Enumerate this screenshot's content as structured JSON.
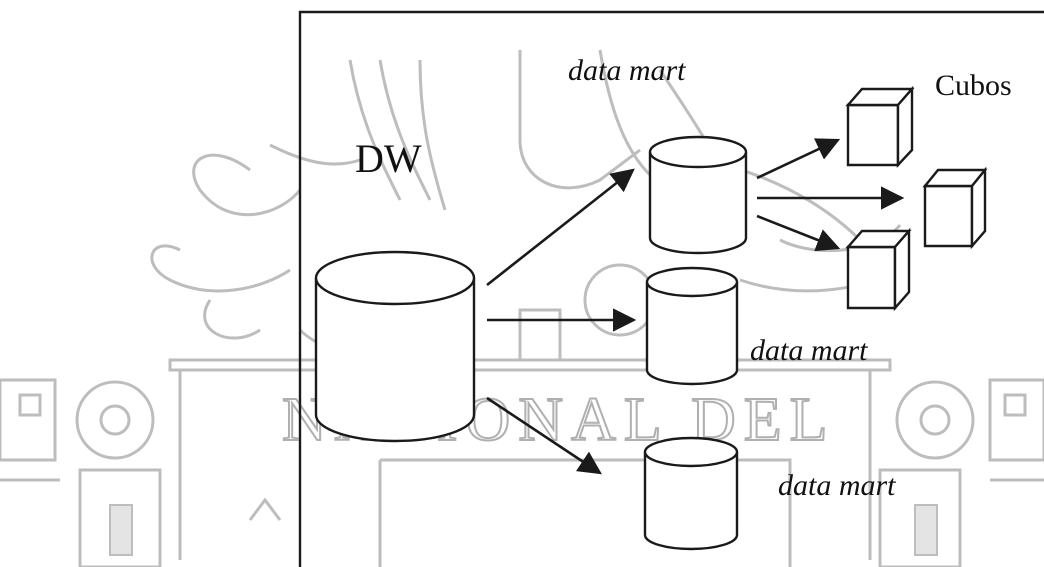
{
  "diagram": {
    "nodes": {
      "dw": {
        "label": "DW"
      },
      "mart_top": {
        "label": "data mart"
      },
      "mart_mid": {
        "label": "data mart"
      },
      "mart_bot": {
        "label": "data mart"
      },
      "cubes": {
        "label": "Cubos"
      }
    },
    "edges": [
      {
        "from": "dw",
        "to": "mart_top"
      },
      {
        "from": "dw",
        "to": "mart_mid"
      },
      {
        "from": "dw",
        "to": "mart_bot"
      },
      {
        "from": "mart_top",
        "to": "cube_1"
      },
      {
        "from": "mart_top",
        "to": "cube_2"
      },
      {
        "from": "mart_top",
        "to": "cube_3"
      }
    ]
  },
  "watermark": {
    "text": "NACIONAL DEL"
  }
}
